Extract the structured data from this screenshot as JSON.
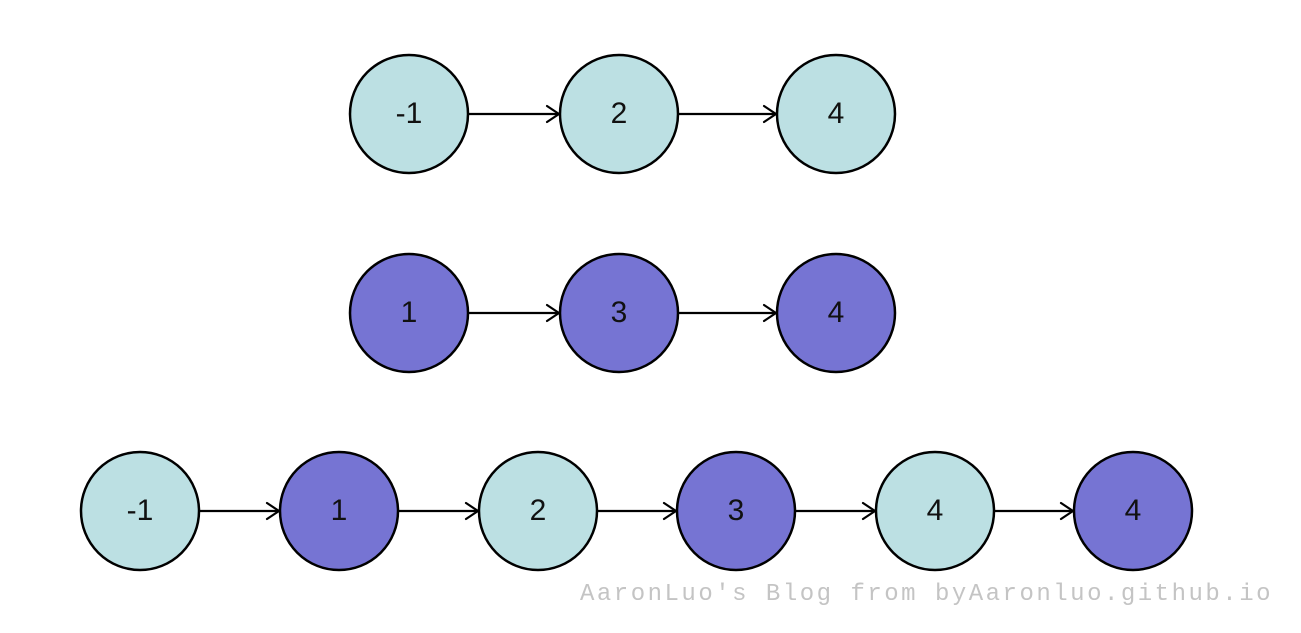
{
  "colors": {
    "list_a_fill": "#bce0e3",
    "list_b_fill": "#7674d3",
    "stroke": "#000000"
  },
  "lists": [
    {
      "id": "list-a",
      "nodes": [
        {
          "value": "-1",
          "source": "a"
        },
        {
          "value": "2",
          "source": "a"
        },
        {
          "value": "4",
          "source": "a"
        }
      ]
    },
    {
      "id": "list-b",
      "nodes": [
        {
          "value": "1",
          "source": "b"
        },
        {
          "value": "3",
          "source": "b"
        },
        {
          "value": "4",
          "source": "b"
        }
      ]
    },
    {
      "id": "merged-list",
      "nodes": [
        {
          "value": "-1",
          "source": "a"
        },
        {
          "value": "1",
          "source": "b"
        },
        {
          "value": "2",
          "source": "a"
        },
        {
          "value": "3",
          "source": "b"
        },
        {
          "value": "4",
          "source": "a"
        },
        {
          "value": "4",
          "source": "b"
        }
      ]
    }
  ],
  "watermark": "AaronLuo's Blog from byAaronluo.github.io"
}
